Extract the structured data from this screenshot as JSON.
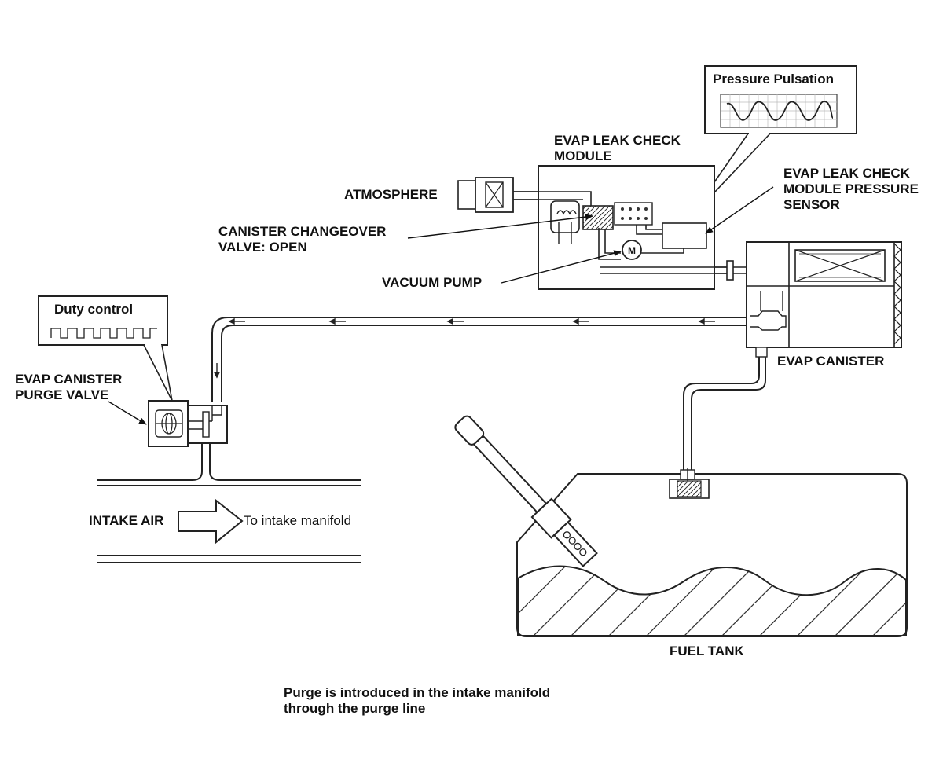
{
  "callouts": {
    "pressure_pulsation": "Pressure Pulsation",
    "duty_control": "Duty control"
  },
  "labels": {
    "evap_leak_check_module": [
      "EVAP LEAK CHECK",
      "MODULE"
    ],
    "atmosphere": "ATMOSPHERE",
    "pressure_sensor": [
      "EVAP LEAK CHECK",
      "MODULE PRESSURE",
      "SENSOR"
    ],
    "changeover_valve": [
      "CANISTER CHANGEOVER",
      "VALVE: OPEN"
    ],
    "vacuum_pump": "VACUUM PUMP",
    "evap_canister": "EVAP CANISTER",
    "purge_valve": [
      "EVAP CANISTER",
      "PURGE VALVE"
    ],
    "intake_air": "INTAKE AIR",
    "to_intake_manifold": "To intake manifold",
    "fuel_tank": "FUEL TANK",
    "pump_motor_symbol": "M"
  },
  "caption": [
    "Purge is introduced in the intake manifold",
    "through the purge line"
  ]
}
